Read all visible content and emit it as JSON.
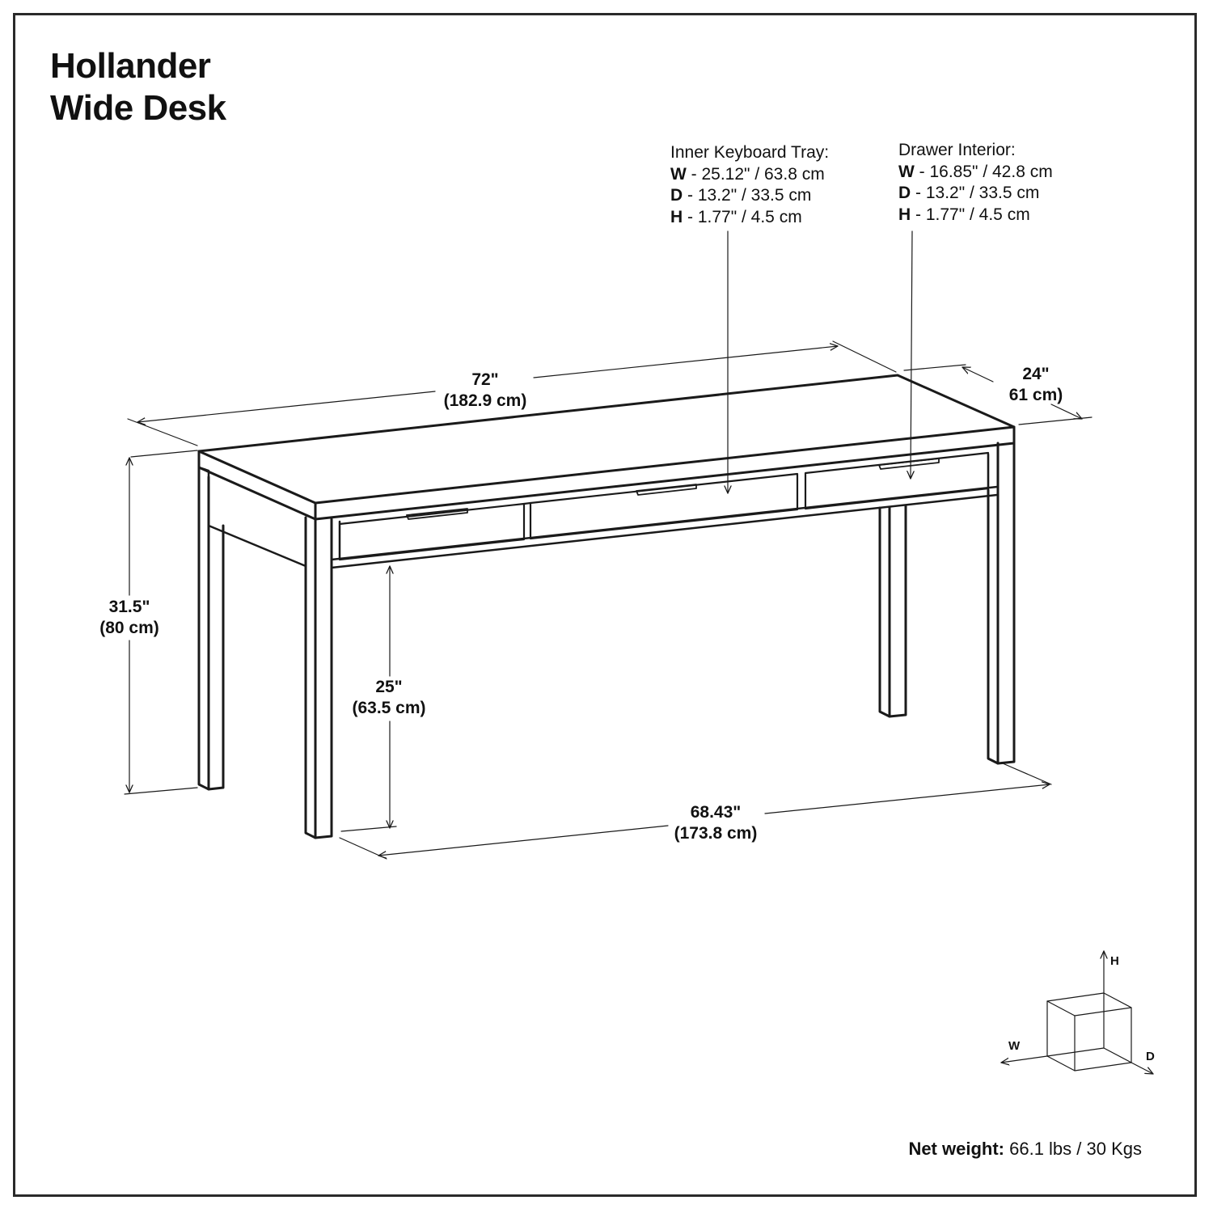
{
  "title": {
    "line1": "Hollander",
    "line2": "Wide Desk"
  },
  "dimensions": {
    "overall_width": {
      "imperial": "72\"",
      "metric": "(182.9 cm)"
    },
    "depth": {
      "imperial": "24\"",
      "metric": "61 cm)"
    },
    "height": {
      "imperial": "31.5\"",
      "metric": "(80 cm)"
    },
    "knee_clearance": {
      "imperial": "25\"",
      "metric": "(63.5 cm)"
    },
    "inner_leg_width": {
      "imperial": "68.43\"",
      "metric": "(173.8 cm)"
    }
  },
  "keyboard_tray": {
    "heading": "Inner Keyboard Tray:",
    "w_key": "W",
    "w_val": " - 25.12\" / 63.8 cm",
    "d_key": "D",
    "d_val": " - 13.2\" / 33.5 cm",
    "h_key": "H",
    "h_val": " - 1.77\" / 4.5 cm"
  },
  "drawer_interior": {
    "heading": "Drawer Interior:",
    "w_key": "W",
    "w_val": " - 16.85\" / 42.8 cm",
    "d_key": "D",
    "d_val": " - 13.2\" / 33.5 cm",
    "h_key": "H",
    "h_val": " - 1.77\" / 4.5 cm"
  },
  "axis_legend": {
    "h": "H",
    "w": "W",
    "d": "D"
  },
  "net_weight": {
    "label": "Net weight:",
    "value": " 66.1 lbs / 30 Kgs"
  }
}
